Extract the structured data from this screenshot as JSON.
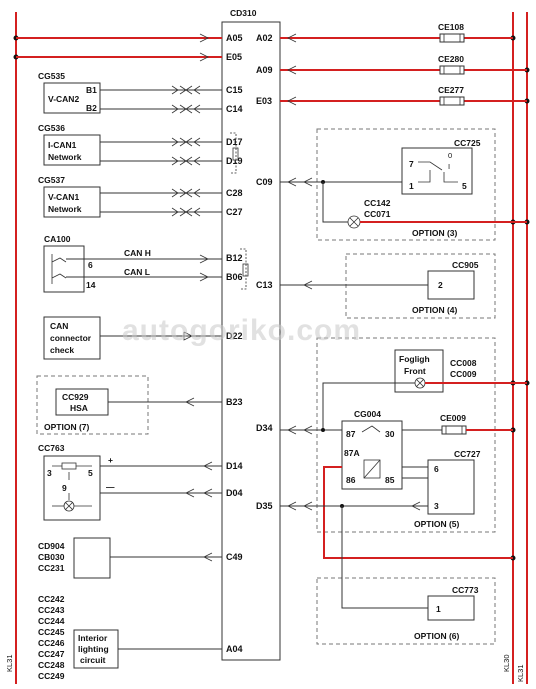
{
  "ecu": {
    "name": "CD310",
    "left_pins": [
      "A05",
      "E05",
      "C15",
      "C14",
      "D17",
      "D19",
      "C28",
      "C27",
      "B12",
      "B06",
      "D22",
      "B23",
      "D14",
      "D04",
      "C49",
      "A04"
    ],
    "right_pins": [
      "A02",
      "A09",
      "E03",
      "C09",
      "C13",
      "D34",
      "D35"
    ]
  },
  "fuses": [
    "CE108",
    "CE280",
    "CE277",
    "CE009"
  ],
  "cg535": {
    "name": "CG535",
    "box": "V-CAN2",
    "pins": [
      "B1",
      "B2"
    ]
  },
  "cg536": {
    "name": "CG536",
    "box_line1": "I-CAN1",
    "box_line2": "Network"
  },
  "cg537": {
    "name": "CG537",
    "box_line1": "V-CAN1",
    "box_line2": "Network"
  },
  "ca100": {
    "name": "CA100",
    "pin_top": "6",
    "pin_bottom": "14",
    "can_h": "CAN H",
    "can_l": "CAN L"
  },
  "can_check": {
    "line1": "CAN",
    "line2": "connector",
    "line3": "check"
  },
  "cc929": {
    "line1": "CC929",
    "line2": "HSA",
    "option": "OPTION (7)"
  },
  "cc763": {
    "name": "CC763",
    "pin3": "3",
    "pin5": "5",
    "pin9": "9",
    "plus": "+",
    "minus": "—"
  },
  "cd904": {
    "lines": [
      "CD904",
      "CB030",
      "CC231"
    ]
  },
  "interior": {
    "codes": [
      "CC242",
      "CC243",
      "CC244",
      "CC245",
      "CC246",
      "CC247",
      "CC248",
      "CC249"
    ],
    "line1": "Interior",
    "line2": "lighting",
    "line3": "circuit"
  },
  "cc725": {
    "name": "CC725",
    "pin7": "7",
    "pin1": "1",
    "pin5": "5",
    "pin0": "0",
    "pin1b": "I",
    "lamp1": "CC142",
    "lamp2": "CC071",
    "option": "OPTION (3)"
  },
  "cc905": {
    "name": "CC905",
    "pin": "2",
    "option": "OPTION (4)"
  },
  "fog": {
    "line1": "Fogligh",
    "line2": "Front",
    "code1": "CC008",
    "code2": "CC009"
  },
  "cg004": {
    "name": "CG004",
    "p87": "87",
    "p30": "30",
    "p87a": "87A",
    "p86": "86",
    "p85": "85"
  },
  "cc727": {
    "name": "CC727",
    "pin6": "6",
    "pin3": "3",
    "option": "OPTION (5)"
  },
  "cc773": {
    "name": "CC773",
    "pin": "1",
    "option": "OPTION (6)"
  },
  "rails": {
    "kl31": "KL31",
    "kl30": "KL30",
    "kl31r": "KL31"
  },
  "watermark": "autogoriko.com",
  "colors": {
    "red": "#d42020",
    "line": "#333333",
    "dash": "#777777"
  }
}
